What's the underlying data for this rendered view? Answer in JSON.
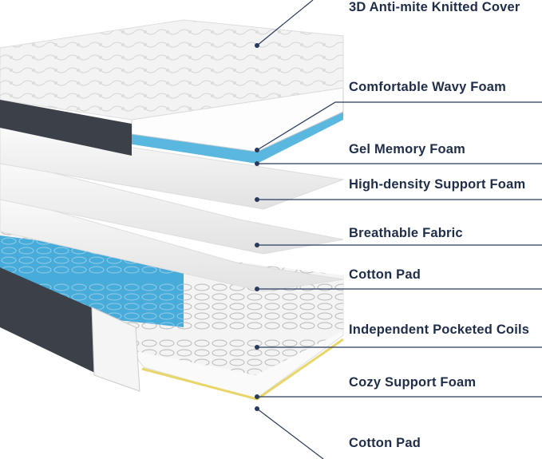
{
  "colors": {
    "label": "#1f2d4a",
    "leader": "#2a3a5c",
    "gel": "#5ab8e0",
    "coil_blue": "#2a9fd6",
    "side_gray": "#3c4048",
    "yellow_foam": "#e8d66a"
  },
  "labels": [
    "3D Anti-mite Knitted Cover",
    "Comfortable Wavy Foam",
    "Gel Memory Foam",
    "High-density Support Foam",
    "Breathable Fabric",
    "Cotton Pad",
    "Independent Pocketed Coils",
    "Cozy Support Foam",
    "Cotton Pad"
  ]
}
